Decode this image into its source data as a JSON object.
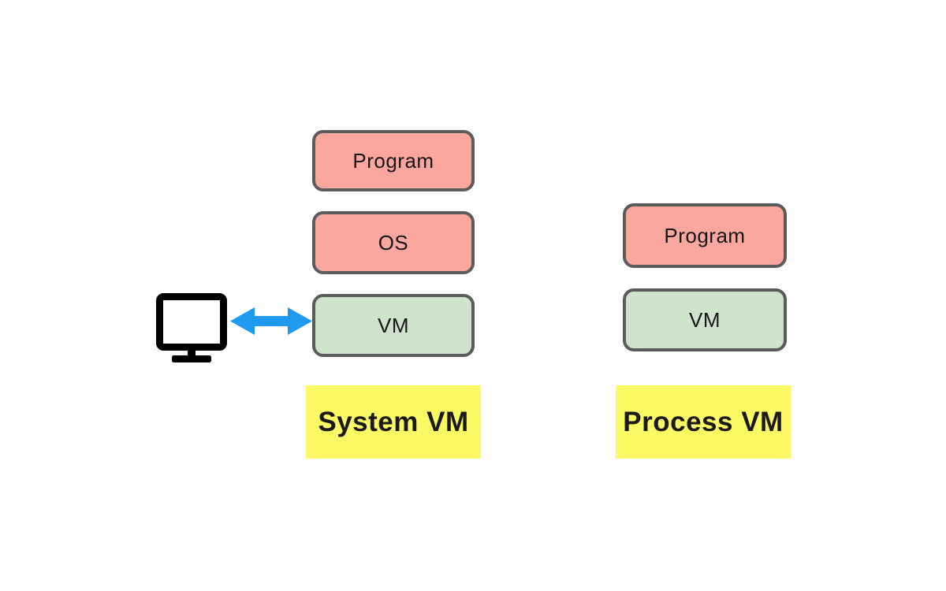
{
  "diagram": {
    "columns": [
      {
        "caption": "System VM",
        "boxes": [
          {
            "label": "Program",
            "color": "#FBA69E"
          },
          {
            "label": "OS",
            "color": "#FBA69E"
          },
          {
            "label": "VM",
            "color": "#CFE2CC"
          }
        ]
      },
      {
        "caption": "Process VM",
        "boxes": [
          {
            "label": "Program",
            "color": "#FBA69E"
          },
          {
            "label": "VM",
            "color": "#CFE2CC"
          }
        ]
      }
    ],
    "icons": {
      "monitor": "monitor-icon",
      "arrow": "double-headed-arrow-icon"
    },
    "colors": {
      "box_border": "#5B5B5B",
      "caption_background": "#FBF964",
      "caption_text": "#1A1A1A",
      "arrow_blue": "#1E9BF0",
      "monitor_black": "#000000",
      "page_background": "#FFFFFF"
    }
  }
}
